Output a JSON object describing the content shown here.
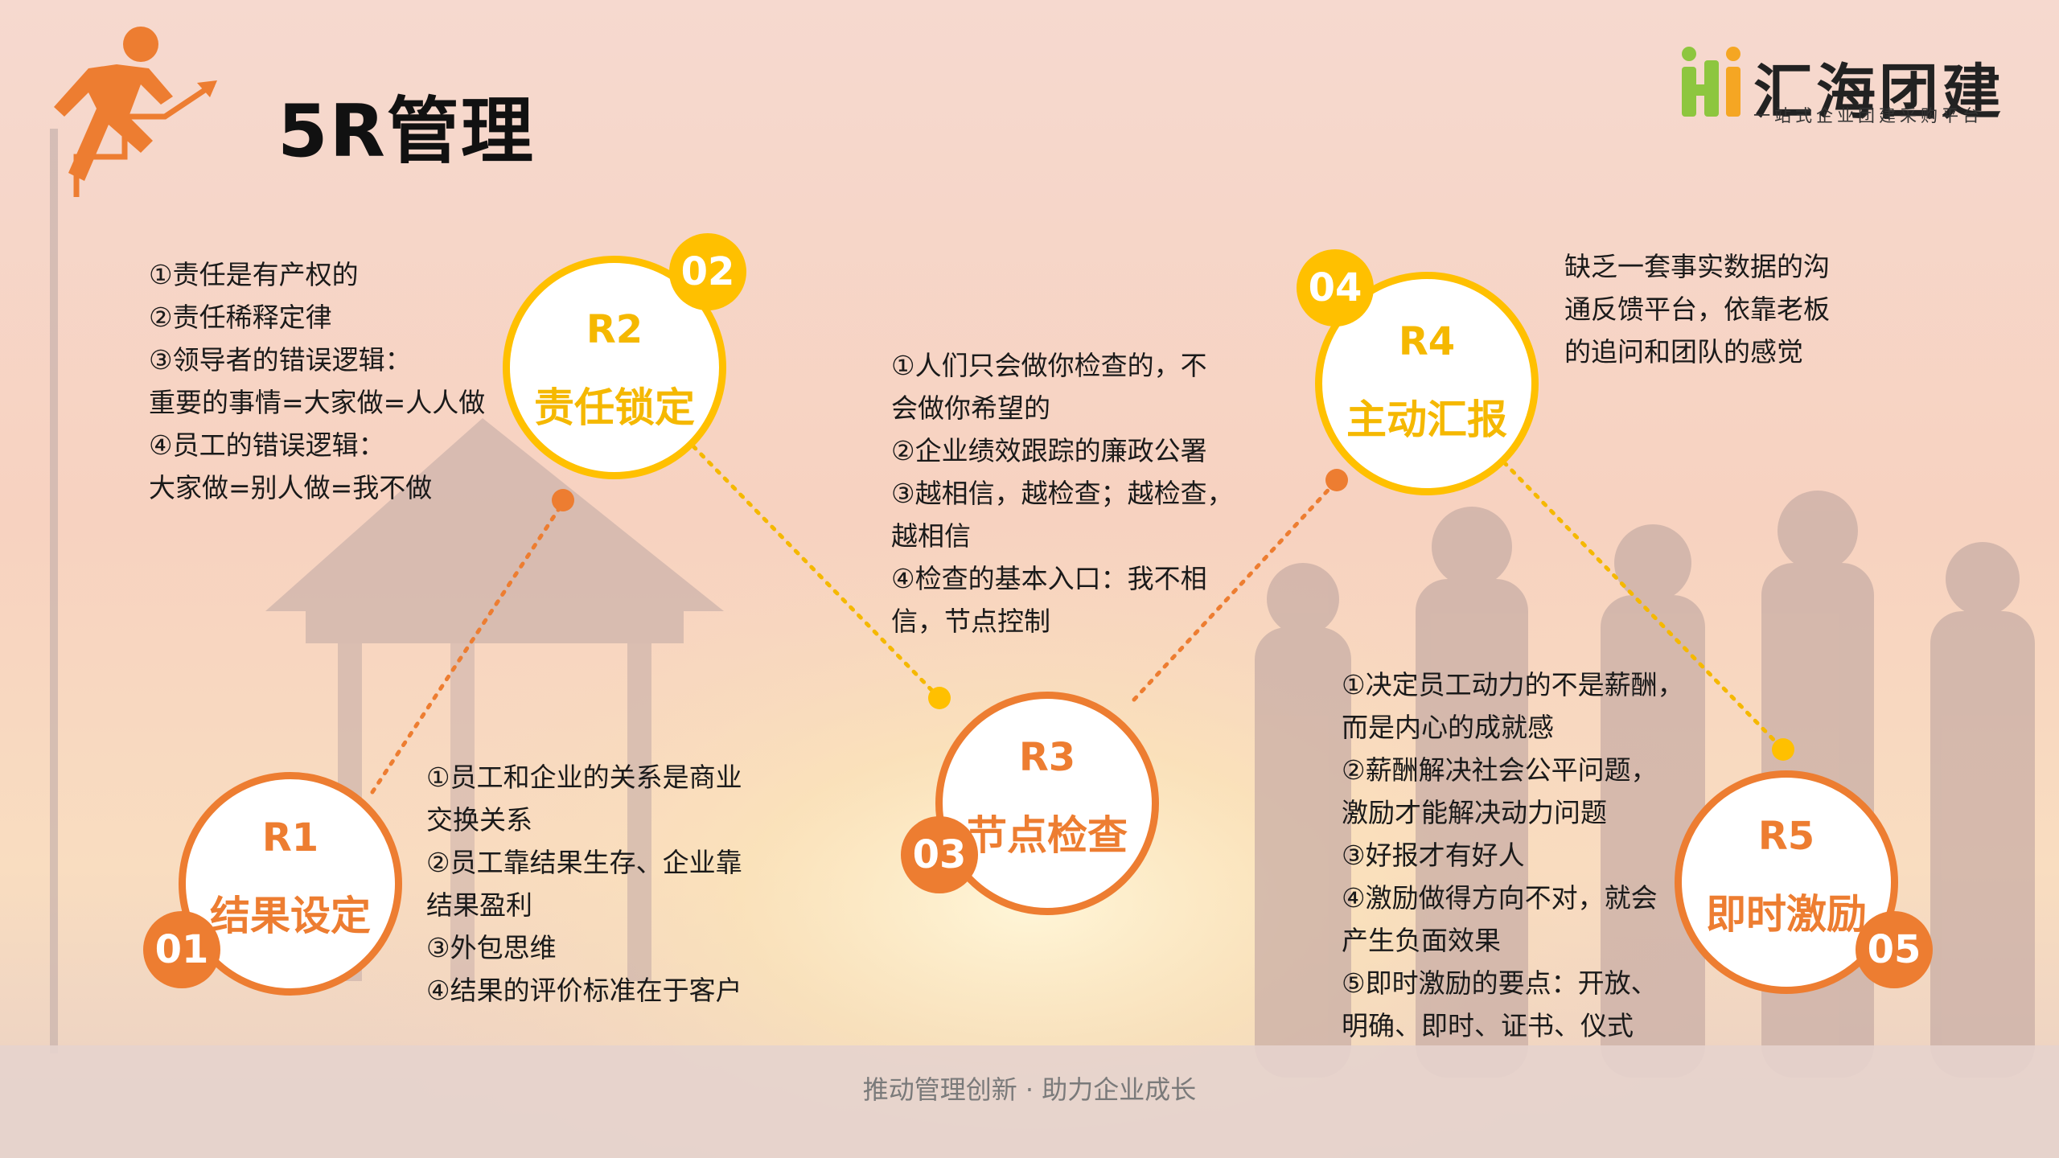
{
  "header": {
    "title": "5R管理"
  },
  "logo": {
    "name": "汇海团建",
    "tagline": "一站式企业团建采购平台",
    "brand_colors": [
      "#8DC63F",
      "#F5A623"
    ]
  },
  "colors": {
    "orange": "#ED7D31",
    "yellow": "#FFC000"
  },
  "steps": [
    {
      "num": "01",
      "code": "R1",
      "name": "结果设定",
      "color": "orange",
      "text": "①员工和企业的关系是商业\n交换关系\n②员工靠结果生存、企业靠\n结果盈利\n③外包思维\n④结果的评价标准在于客户"
    },
    {
      "num": "02",
      "code": "R2",
      "name": "责任锁定",
      "color": "yellow",
      "text": "①责任是有产权的\n②责任稀释定律\n③领导者的错误逻辑：\n重要的事情=大家做=人人做\n④员工的错误逻辑：\n大家做=别人做=我不做"
    },
    {
      "num": "03",
      "code": "R3",
      "name": "节点检查",
      "color": "orange",
      "text": "①人们只会做你检查的，不\n会做你希望的\n②企业绩效跟踪的廉政公署\n③越相信，越检查；越检查，\n越相信\n④检查的基本入口：我不相\n信，节点控制"
    },
    {
      "num": "04",
      "code": "R4",
      "name": "主动汇报",
      "color": "yellow",
      "text": "缺乏一套事实数据的沟\n通反馈平台，依靠老板\n的追问和团队的感觉"
    },
    {
      "num": "05",
      "code": "R5",
      "name": "即时激励",
      "color": "orange",
      "text": "①决定员工动力的不是薪酬，\n而是内心的成就感\n②薪酬解决社会公平问题，\n激励才能解决动力问题\n③好报才有好人\n④激励做得方向不对，就会\n产生负面效果\n⑤即时激励的要点：开放、\n明确、即时、证书、仪式"
    }
  ],
  "footer": "推动管理创新 · 助力企业成长"
}
